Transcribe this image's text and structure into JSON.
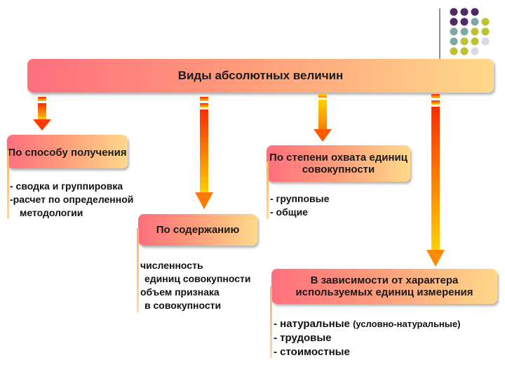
{
  "diagram": {
    "title": "Виды абсолютных величин",
    "categories": [
      {
        "id": "method",
        "label": "По способу получения",
        "items": [
          "- сводка и группировка",
          "-расчет по определенной",
          "методологии"
        ]
      },
      {
        "id": "content",
        "label": "По содержанию",
        "items": [
          "численность",
          "единиц совокупности",
          "объем признака",
          "в совокупности"
        ]
      },
      {
        "id": "coverage",
        "label": "По  степени охвата единиц совокупности",
        "items": [
          "- групповые",
          "- общие"
        ]
      },
      {
        "id": "character",
        "label": "В зависимости от характера используемых единиц измерения",
        "items": [
          {
            "main": "- натуральные",
            "note": "(условно-натуральные)"
          },
          "- трудовые",
          "- стоимостные"
        ]
      }
    ]
  },
  "colors": {
    "box_gradient": [
      "#ff6f7e",
      "#ff9a7a",
      "#ffd98a"
    ],
    "arrow_gradient": [
      "#ff2a00",
      "#ffd200"
    ],
    "dot_purple": "#4f2a6b",
    "dot_teal": "#7fa7a6",
    "dot_olive": "#bcc031",
    "dot_grey": "#d8d8e8"
  }
}
